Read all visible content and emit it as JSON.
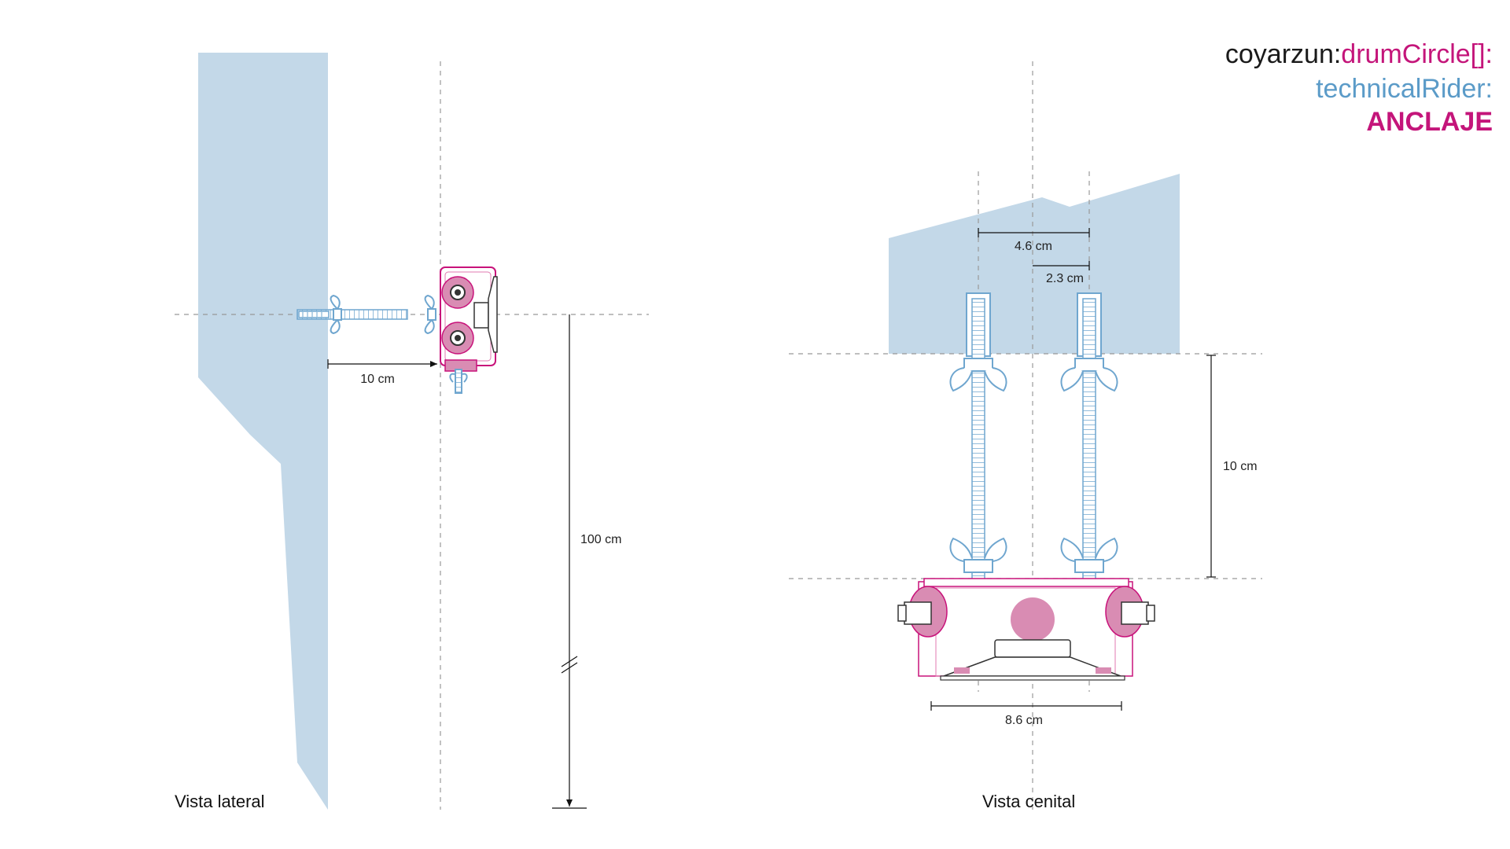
{
  "header": {
    "author": "coyarzun:",
    "project": "drumCircle[]:",
    "subtitle": "technicalRider:",
    "section": "ANCLAJE"
  },
  "lateral_view": {
    "label": "Vista lateral",
    "dim_horizontal": "10 cm",
    "dim_vertical": "100 cm"
  },
  "top_view": {
    "label": "Vista cenital",
    "dim_spacing": "4.6 cm",
    "dim_half_spacing": "2.3 cm",
    "dim_depth": "10 cm",
    "dim_width": "8.6 cm"
  },
  "colors": {
    "wall": "#c3d8e8",
    "rod": "#6fa6cf",
    "device": "#c8127a",
    "device_fill": "#d98cb3",
    "guide": "#999999",
    "title_dark": "#1a1a1a",
    "title_magenta": "#c4157a",
    "title_blue": "#5b9bc8"
  }
}
